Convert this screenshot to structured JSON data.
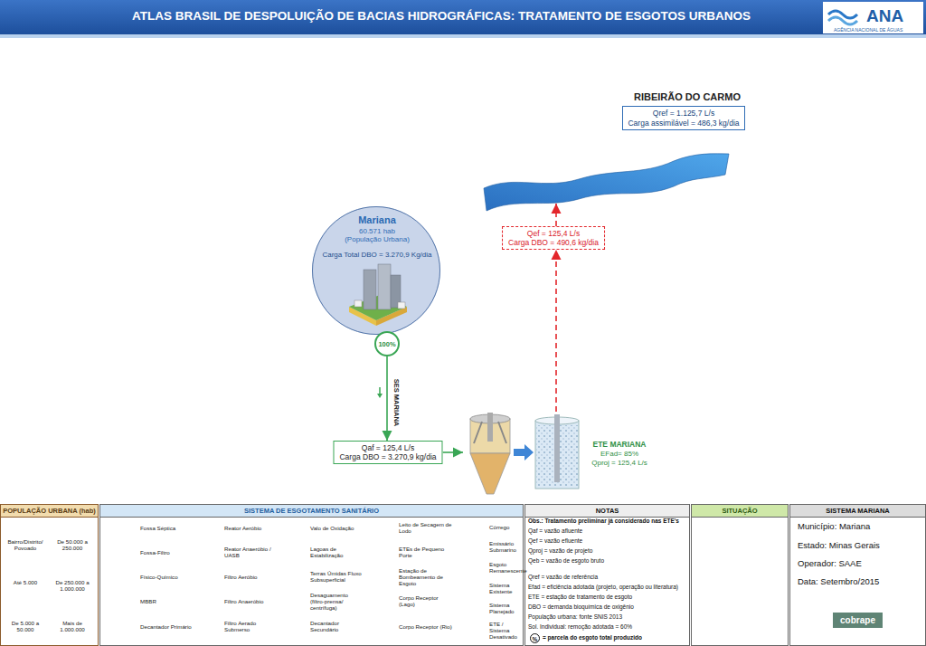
{
  "diagram": {
    "title": "ATLAS BRASIL DE DESPOLUIÇÃO DE BACIAS HIDROGRÁFICAS: TRATAMENTO DE ESGOTOS URBANOS",
    "nodes": [
      {
        "text": [
          "RIBEIRÃO DO CARMO",
          "Qref = 1.125,7 L/s",
          "Carga assimilável = 486,3 kg/dia"
        ]
      },
      {
        "text": [
          "Qef = 125,4 L/s",
          "Carga DBO = 490,6 kg/dia"
        ]
      },
      {
        "text": [
          "Mariana",
          "60.571 hab",
          "(População Urbana)",
          "Carga Total DBO = 3.270,9 Kg/dia"
        ]
      },
      {
        "text": [
          "100%"
        ]
      },
      {
        "text": [
          "Qaf = 125,4 L/s",
          "Carga DBO = 3.270,9 kg/dia"
        ]
      },
      {
        "text": [
          "ETE MARIANA",
          "EFad= 85%",
          "Qproj = 125,4 L/s"
        ]
      },
      {
        "text": [
          "POPULAÇÃO URBANA (hab)"
        ]
      },
      {
        "text": [
          "SISTEMA DE ESGOTAMENTO SANITÁRIO"
        ]
      },
      {
        "text": [
          "NOTAS"
        ]
      },
      {
        "text": [
          "SITUAÇÃO"
        ]
      },
      {
        "text": [
          "SISTEMA MARIANA"
        ]
      }
    ],
    "edges": [
      {
        "from": 3,
        "to": 4,
        "arrow": "to",
        "label": "SES MARIANA"
      },
      {
        "from": 4,
        "to": 5,
        "arrow": "to"
      },
      {
        "from": 5,
        "to": 1,
        "arrow": "to"
      },
      {
        "from": 1,
        "to": 0,
        "arrow": "to"
      }
    ],
    "labels": [
      "ANA",
      "AGÊNCIA NACIONAL DE ÁGUAS",
      "Obs.: Tratamento preliminar já considerado nas ETE's",
      "Qaf = vazão afluente",
      "Qef = vazão efluente",
      "Qproj = vazão de projeto",
      "Qeb = vazão de esgoto bruto",
      "Qref = vazão de referência",
      "Efad = eficiência adotada (projeto, operação ou literatura)",
      "ETE = estação de tratamento de esgoto",
      "DBO = demanda bioquímica de oxigênio",
      "População urbana: fonte SNIS 2013",
      "Sol. Individual: remoção adotada = 60%",
      "%",
      "= parcela do esgoto total produzido",
      "Município: Mariana",
      "Estado: Minas Gerais",
      "Operador: SAAE",
      "Data: Setembro/2015",
      "cobrape"
    ],
    "legend": [
      {
        "text": "Bairro/Distrito/ Povoado"
      },
      {
        "text": "De 50.000 a 250.000"
      },
      {
        "text": "Até 5.000"
      },
      {
        "text": "De 250.000 a 1.000.000"
      },
      {
        "text": "De 5.000 a 50.000"
      },
      {
        "text": "Mais de 1.000.000"
      },
      {
        "text": "Fossa Séptica"
      },
      {
        "text": "Fossa-Filtro"
      },
      {
        "text": "Físico-Químico"
      },
      {
        "text": "MBBR"
      },
      {
        "text": "Decantador Primário"
      },
      {
        "text": "Reator Aeróbio"
      },
      {
        "text": "Reator Anaeróbio / UASB"
      },
      {
        "text": "Filtro Aeróbio"
      },
      {
        "text": "Filtro Anaeróbio"
      },
      {
        "text": "Filtro Aerado Submerso"
      },
      {
        "text": "Valo de Oxidação"
      },
      {
        "text": "Lagoas de Estabilização"
      },
      {
        "text": "Terras Úmidas Fluxo Subsuperficial"
      },
      {
        "text": "Desaguamento (filtro-prensa/ centrífuga)"
      },
      {
        "text": "Decantador Secundário"
      },
      {
        "text": "Leito de Secagem de Lodo"
      },
      {
        "text": "ETEs de Pequeno Porte"
      },
      {
        "text": "Estação de Bombeamento de Esgoto"
      },
      {
        "text": "Corpo Receptor (Lago)"
      },
      {
        "text": "Corpo Receptor (Rio)"
      },
      {
        "text": "Córrego"
      },
      {
        "text": "Emissário Submarino"
      },
      {
        "text": "Esgoto Remanescente"
      },
      {
        "text": "Sistema Existente"
      },
      {
        "text": "Sistema Planejado"
      },
      {
        "text": "ETE / Sistema Desativado"
      }
    ]
  }
}
